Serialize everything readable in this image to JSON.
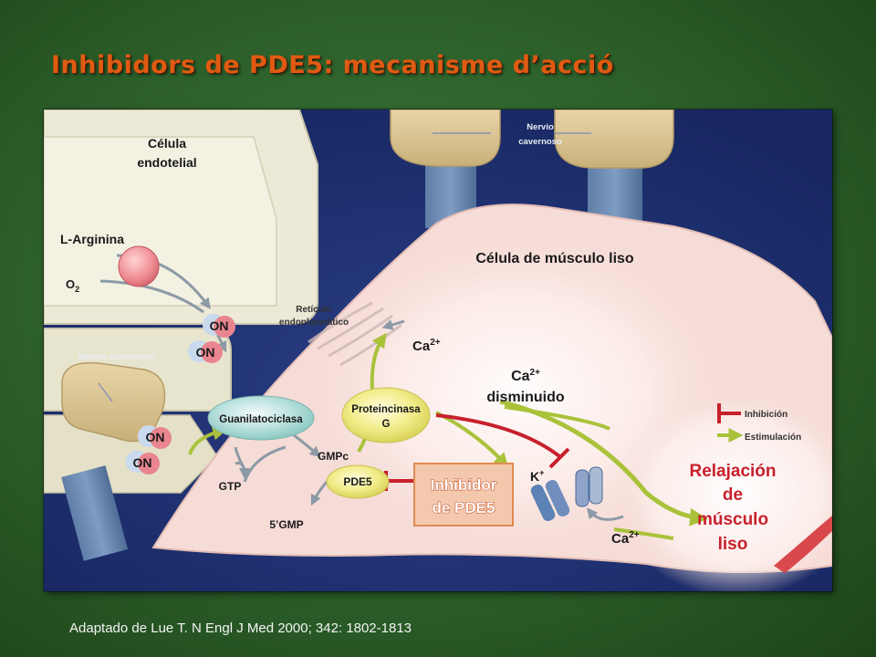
{
  "title": "Inhibidors de PDE5: mecanisme d’acció",
  "citation": "Adaptado de Lue T. N Engl J Med 2000; 342: 1802-1813",
  "colors": {
    "background": "#2c5f2a",
    "title": "#e05a12",
    "panel": "#1d2f6d",
    "muscle_cell": "#f6dcd7",
    "stimulation_arrow": "#a9c23a",
    "inhibition_line": "#c8202c",
    "relaxation_text": "#c8202c"
  },
  "diagram": {
    "nerve_top": {
      "line1": "Nervio",
      "line2": "cavernoso"
    },
    "endothelial": {
      "line1": "Célula",
      "line2": "endotelial"
    },
    "l_arginine": "L-Arginina",
    "oxygen": {
      "symbol": "O",
      "sub": "2"
    },
    "no_label": "ON",
    "nerve_left": "Nervio cavernoso",
    "smooth_muscle": "Célula de músculo liso",
    "er": {
      "line1": "Retículo",
      "line2": "endoplasmático"
    },
    "calcium": {
      "symbol": "Ca",
      "sup": "2+"
    },
    "calcium_low": {
      "symbol": "Ca",
      "sup": "2+",
      "line2": "disminuido"
    },
    "guanylate": "Guanilatociclasa",
    "protein_kinase": {
      "line1": "Proteincinasa",
      "line2": "G"
    },
    "gtp": "GTP",
    "cgmp": "GMPc",
    "pde5": "PDE5",
    "gmp5": "5’GMP",
    "inhibitor": {
      "line1": "Inhibidor",
      "line2": "de PDE5"
    },
    "potassium": {
      "symbol": "K",
      "sup": "+"
    },
    "relaxation": {
      "line1": "Relajación",
      "line2": "de",
      "line3": "músculo",
      "line4": "liso"
    },
    "legend": {
      "inhibition": "Inhibición",
      "stimulation": "Estimulación"
    }
  }
}
